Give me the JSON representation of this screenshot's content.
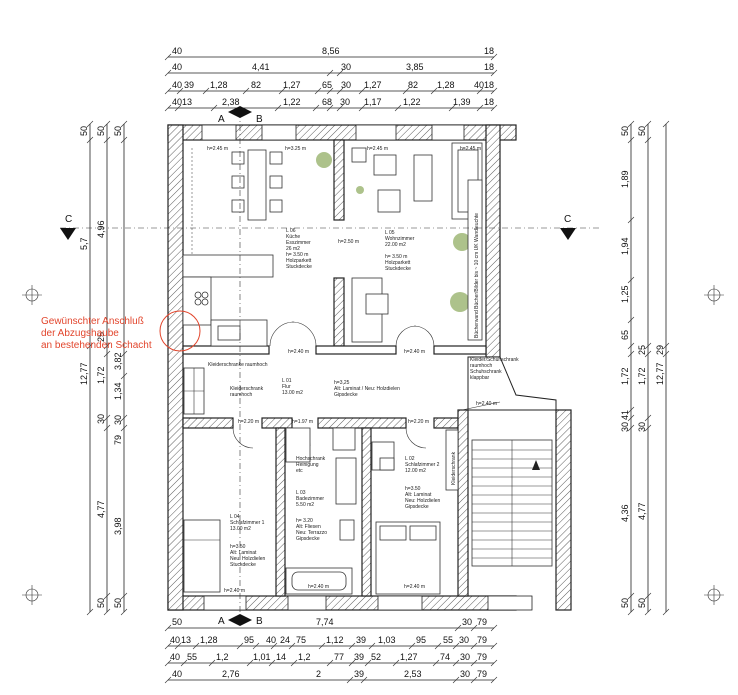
{
  "top_dims": {
    "row1": [
      "40",
      "8,56",
      "18"
    ],
    "row2": [
      "40",
      "4,41",
      "30",
      "3,85",
      "18"
    ],
    "row3": [
      "40",
      "39",
      "1,28",
      "82",
      "1,27",
      "65",
      "30",
      "1,27",
      "82",
      "1,28",
      "40",
      "18"
    ],
    "row4": [
      "40",
      "13",
      "2,38",
      "1,22",
      "68",
      "30",
      "1,17",
      "1,22",
      "1,39",
      "18"
    ]
  },
  "bottom_dims": {
    "row1": [
      "50",
      "7,74",
      "30",
      "79"
    ],
    "row2": [
      "40",
      "13",
      "1,28",
      "95",
      "40",
      "24",
      "75",
      "1,12",
      "39",
      "1,03",
      "95",
      "55",
      "30",
      "79"
    ],
    "row3": [
      "40",
      "55",
      "1,2",
      "1,01",
      "14",
      "1,2",
      "77",
      "39",
      "52",
      "1,27",
      "74",
      "30",
      "79"
    ],
    "row4": [
      "40",
      "2,76",
      "2",
      "39",
      "2,53",
      "30",
      "79"
    ]
  },
  "left_dims": {
    "outer": [
      "50",
      "5,7",
      "12,77"
    ],
    "mid": [
      "50",
      "4,96",
      "25",
      "1,72",
      "30",
      "4,77",
      "50"
    ],
    "inner": [
      "50",
      "3,82",
      "1,34",
      "79",
      "30",
      "3,98",
      "50"
    ]
  },
  "right_dims": {
    "inner": [
      "50",
      "1,89",
      "1,94",
      "1,25",
      "65",
      "1,72",
      "41",
      "30",
      "4,36",
      "50"
    ],
    "mid": [
      "50",
      "25",
      "1,72",
      "30",
      "4,77",
      "50"
    ],
    "outer": [
      "29",
      "12,77"
    ]
  },
  "section_marks": {
    "a": "A",
    "b": "B",
    "c": "C"
  },
  "note": {
    "line1": "Gewünschter Anschluß",
    "line2": "der Abzugshaube",
    "line3": "an bestehenden Schacht"
  },
  "rooms": {
    "kitchen": [
      "L 06",
      "Küche",
      "Esszimmer",
      "26 m2",
      "h= 3.50 m",
      "Holzparkett",
      "Stuckdecke"
    ],
    "living": [
      "L 05",
      "Wohnzimmer",
      "22.00 m2",
      "",
      "h= 3.50 m",
      "Holzparkett",
      "Stuckdecke"
    ],
    "hall": [
      "L 01",
      "Flur",
      "13.00 m2"
    ],
    "hall_finish": [
      "h=3,25",
      "Alt: Laminat / Neu: Holzdielen",
      "Gipsdecke"
    ],
    "bed1": [
      "L 04",
      "Schlafzimmer 1",
      "13.00 m2",
      "",
      "h=3.50",
      "Alt: Laminat",
      "Neu: Holzdielen",
      "Stuckdecke"
    ],
    "bath": [
      "L 03",
      "Badezimmer",
      "5.50 m2",
      "",
      "h= 3.20",
      "Alt: Fliesen",
      "Neu: Terrazzo",
      "Gipsdecke"
    ],
    "bed2": [
      "L 02",
      "Schlafzimmer 2",
      "12.00 m2",
      "",
      "h=3.50",
      "Alt: Laminat",
      "Neu: Holzdielen",
      "Gipsdecke"
    ]
  },
  "labels": {
    "h245": "h=2.45 m",
    "h325": "h=3.25 m",
    "h250": "h=2.50 m",
    "h240": "h=2.40 m",
    "h220": "h=2.20 m",
    "h197": "h=1.97 m",
    "hochschrank": "Hochschrank",
    "reinigung": "Reinigung",
    "etc": "etc",
    "kleiderschrank_rh": "Kleiderschranke raumhoch",
    "kleiderschrank1": "Kleiderschrank",
    "raumhoch": "raumhoch",
    "kleiderschrank2": "Kleiderschrank",
    "schuhschrank": "Kleider/Schuhschrank",
    "schuh2": "raumhoch",
    "schuh3": "Schuhschrank",
    "schuh4": "klappbar",
    "buecher": "Bücherwand Bücher/Bilder bis ~ 10 cm UK Wandleuchte"
  }
}
